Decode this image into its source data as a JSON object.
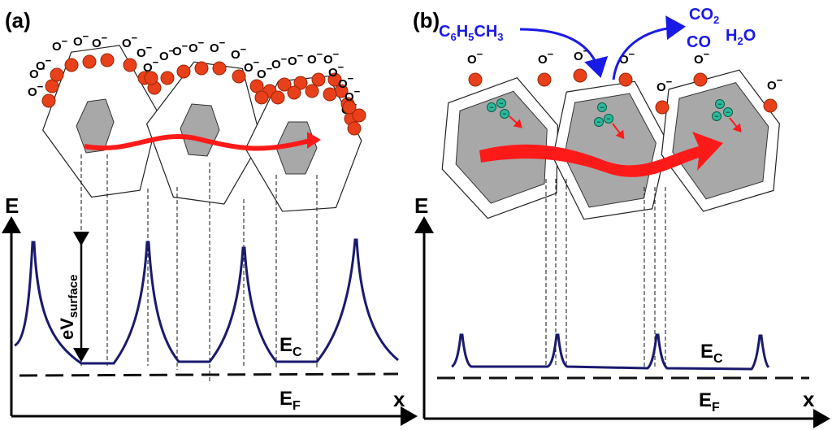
{
  "panel_a": {
    "tag": "(a)",
    "axis_e": "E",
    "axis_x": "x",
    "barrier_label_main": "eV",
    "barrier_label_sub": "surface",
    "ec_main": "E",
    "ec_sub": "C",
    "ef_main": "E",
    "ef_sub": "F",
    "adsorbate_symbol": "O",
    "adsorbate_charge": "−"
  },
  "panel_b": {
    "tag": "(b)",
    "axis_e": "E",
    "axis_x": "x",
    "ec_main": "E",
    "ec_sub": "C",
    "ef_main": "E",
    "ef_sub": "F",
    "reactant_parts": [
      "C",
      "6",
      "H",
      "5",
      "CH",
      "3"
    ],
    "product_co2_main": "CO",
    "product_co2_sub": "2",
    "product_co": "CO",
    "product_h2o_parts": [
      "H",
      "2",
      "O"
    ],
    "electron_symbol": "−",
    "adsorbate_symbol": "O",
    "adsorbate_charge": "−"
  },
  "colors": {
    "oxygen_adsorbate": "#e8401a",
    "electron": "#2cb89a",
    "arrow": "#ff1a1a",
    "band": "#1a1a6e",
    "reaction_text": "#1a1ae6"
  }
}
